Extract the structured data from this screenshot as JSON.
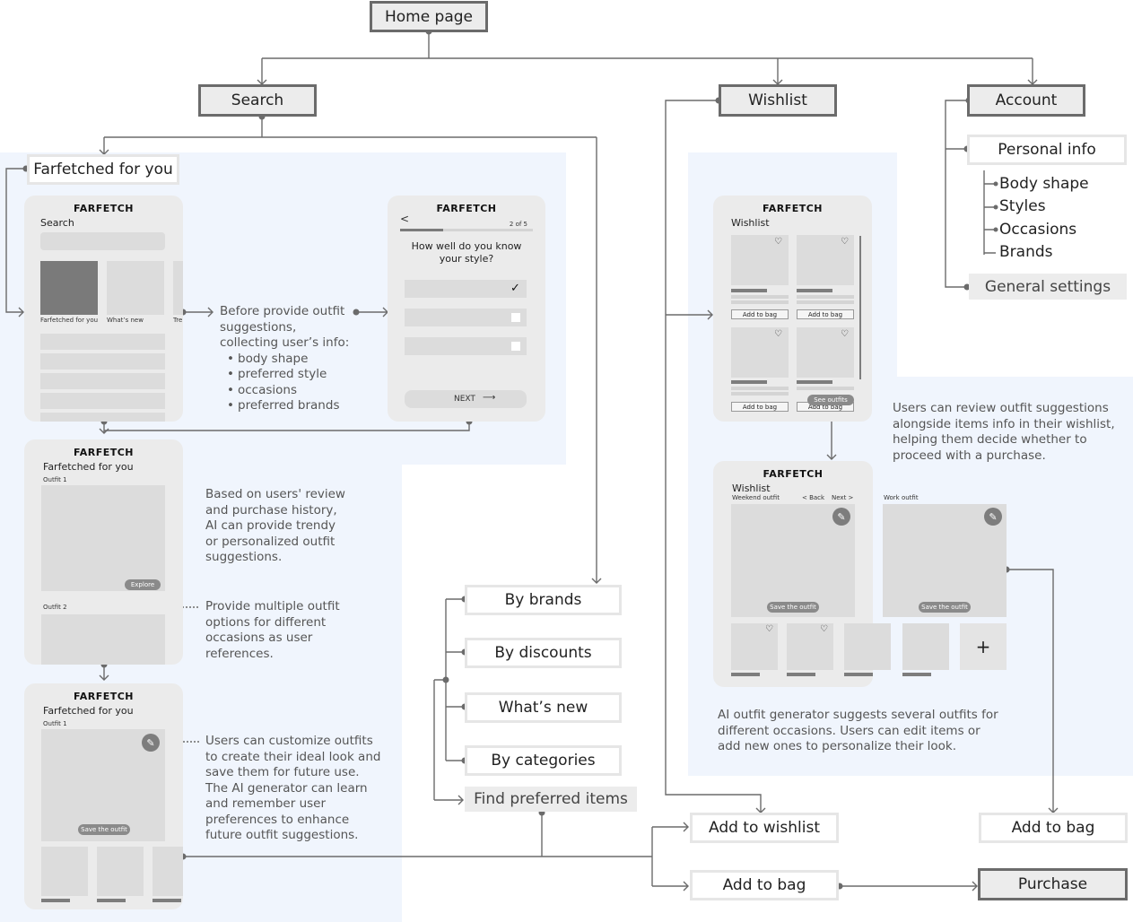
{
  "nodes": {
    "home": "Home page",
    "search": "Search",
    "wishlist": "Wishlist",
    "account": "Account",
    "farfetched": "Farfetched for you",
    "personal_info": "Personal info",
    "general_settings": "General settings",
    "by_brands": "By brands",
    "by_discounts": "By discounts",
    "whats_new": "What’s new",
    "by_categories": "By categories",
    "find_preferred": "Find preferred items",
    "add_to_wishlist": "Add to wishlist",
    "add_to_bag_left": "Add to bag",
    "add_to_bag_right": "Add to bag",
    "purchase": "Purchase"
  },
  "account_items": [
    "Body shape",
    "Styles",
    "Occasions",
    "Brands"
  ],
  "phones": {
    "brand": "FARFETCH",
    "search": {
      "title": "Search",
      "tile1": "Farfetched for you",
      "tile2": "What’s new",
      "tile3": "Tre"
    },
    "quiz": {
      "back": "<",
      "progress": "2 of 5",
      "q1": "How well do you know",
      "q2": "your style?",
      "next": "NEXT",
      "next_arrow": "⟶"
    },
    "ffy1": {
      "title": "Farfetched for you",
      "outfit1": "Outfit 1",
      "explore": "Explore",
      "outfit2": "Outfit 2"
    },
    "ffy2": {
      "title": "Farfetched for you",
      "outfit1": "Outfit 1",
      "save": "Save the outfit"
    },
    "wish1": {
      "title": "Wishlist",
      "add": "Add to bag",
      "add_partial": "Add to bag",
      "see": "See outfits"
    },
    "wish2": {
      "title": "Wishlist",
      "weekend": "Weekend outfit",
      "back": "< Back",
      "next": "Next >",
      "work": "Work outfit",
      "save": "Save the outfit",
      "plus": "+"
    }
  },
  "notes": {
    "collect": {
      "lines": [
        "Before provide outfit",
        "suggestions,",
        "collecting user’s info:"
      ],
      "bullets": [
        "body shape",
        "preferred style",
        "occasions",
        "preferred brands"
      ]
    },
    "ai_review": [
      "Based on users' review",
      "and purchase history,",
      "AI can provide trendy",
      "or personalized outfit",
      "suggestions."
    ],
    "multiple": [
      "Provide multiple outfit",
      "options for different",
      "occasions as user",
      "references."
    ],
    "customize": [
      "Users can customize outfits",
      "to create their ideal look and",
      "save them for future use.",
      "The AI generator can learn",
      "and remember user",
      "preferences to enhance",
      "future outfit suggestions."
    ],
    "wishlist_review": [
      "Users can review outfit suggestions",
      "alongside items info in their wishlist,",
      "helping them decide whether to",
      "proceed with a purchase."
    ],
    "generator": [
      "AI outfit generator suggests several outfits for",
      "different occasions. Users can edit items or",
      "add new ones to personalize their look."
    ]
  }
}
